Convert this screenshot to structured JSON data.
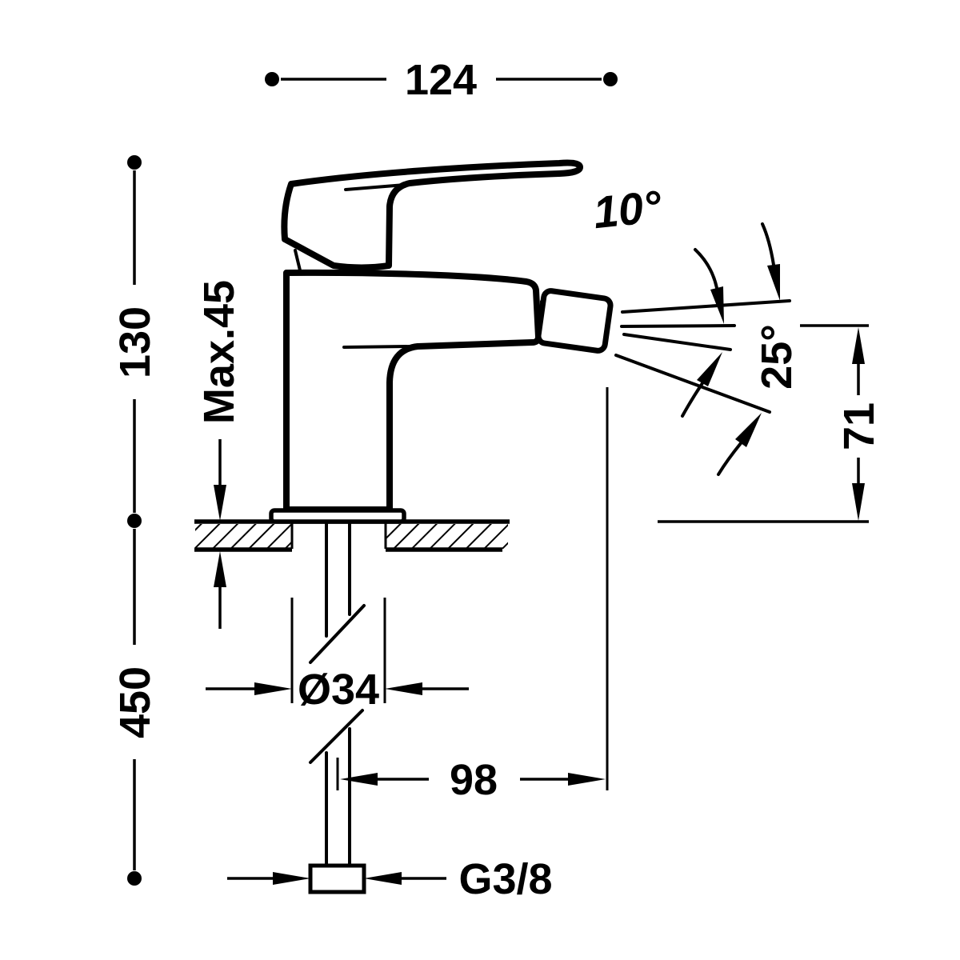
{
  "drawing": {
    "subject": "single-lever bidet mixer tap, side elevation with installation dimensions",
    "units": "mm",
    "background_color": "#ffffff",
    "line_color": "#000000",
    "labels": {
      "overall_depth": "124",
      "height_above_deck": "130",
      "max_mounting_thickness": "Max.45",
      "supply_length_below_deck": "450",
      "mounting_hole_diameter": "Ø34",
      "spout_reach": "98",
      "supply_connection": "G3/8",
      "handle_lift_angle": "10°",
      "jet_angle": "25°",
      "spout_outlet_height": "71"
    }
  }
}
